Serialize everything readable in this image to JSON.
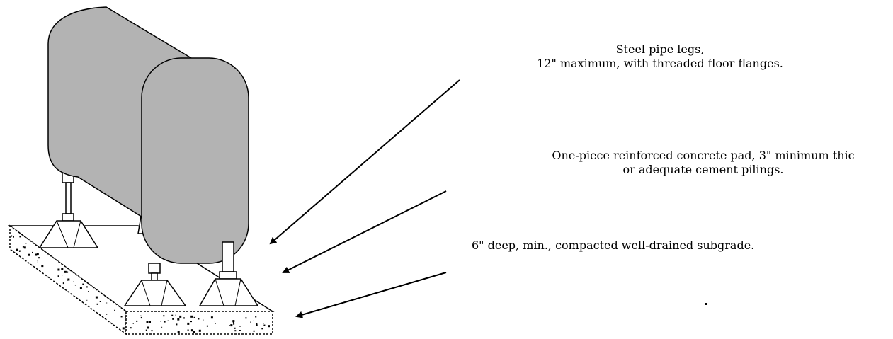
{
  "callouts": {
    "legs": {
      "line1": "Steel pipe legs,",
      "line2": "12\" maximum, with threaded floor flanges."
    },
    "pad": {
      "line1": "One-piece reinforced concrete pad, 3\" minimum thic",
      "line2": "or adequate cement pilings."
    },
    "subgrade": {
      "line1": "6\" deep, min., compacted well-drained subgrade."
    }
  },
  "colors": {
    "tank_fill": "#b3b3b3",
    "line": "#000000",
    "background": "#ffffff"
  }
}
